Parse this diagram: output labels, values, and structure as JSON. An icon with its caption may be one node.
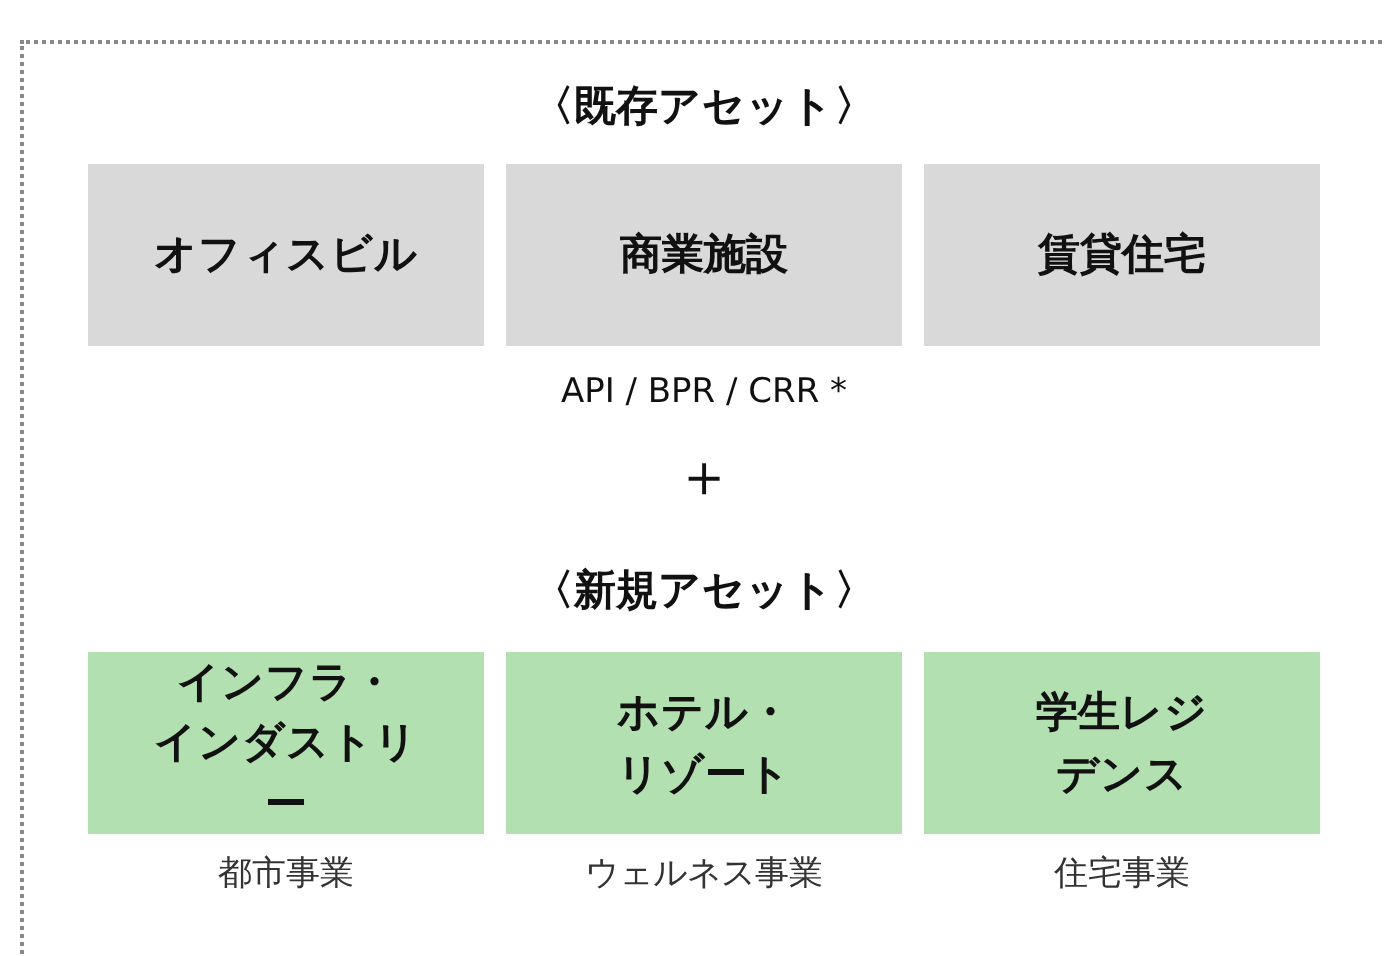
{
  "diagram": {
    "nodes": [
      {
        "text": [
          "オフィスビル"
        ]
      },
      {
        "text": [
          "商業施設"
        ]
      },
      {
        "text": [
          "賃貸住宅"
        ]
      },
      {
        "text": [
          "インフラ・インダストリー"
        ],
        "beside": [
          "都市事業"
        ]
      },
      {
        "text": [
          "ホテル・リゾート"
        ],
        "beside": [
          "ウェルネス事業"
        ]
      },
      {
        "text": [
          "学生レジデンス"
        ],
        "beside": [
          "住宅事業"
        ]
      }
    ],
    "labels": [
      "〈既存アセット〉",
      "API / BPR / CRR *",
      "＋",
      "〈新規アセット〉"
    ]
  }
}
